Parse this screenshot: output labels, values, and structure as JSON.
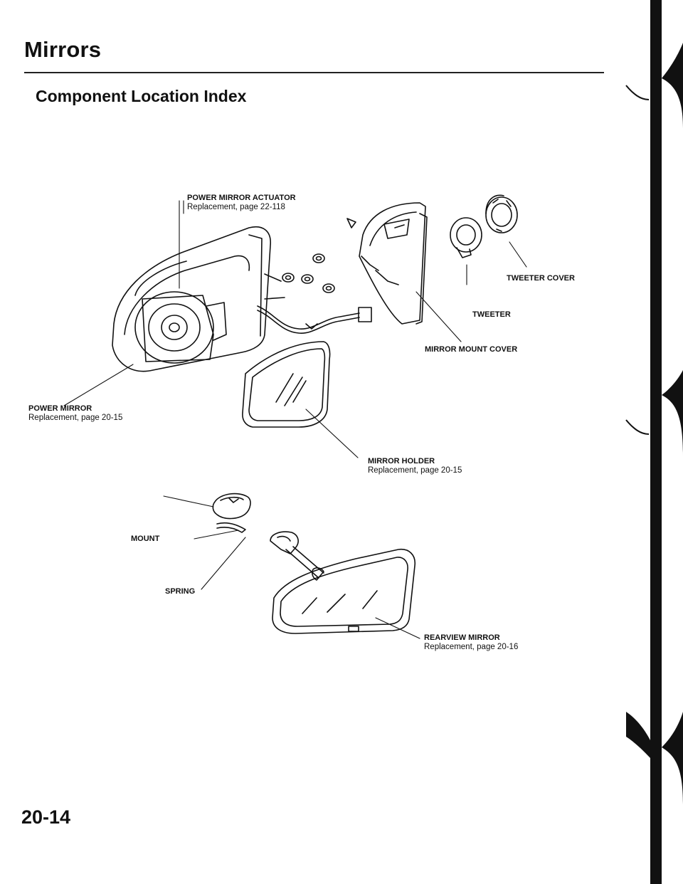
{
  "page": {
    "title": "Mirrors",
    "section": "Component Location Index",
    "page_number": "20-14"
  },
  "callouts": {
    "power_mirror_actuator": {
      "name": "POWER MIRROR ACTUATOR",
      "ref": "Replacement, page 22-118"
    },
    "tweeter_cover": {
      "name": "TWEETER COVER"
    },
    "tweeter": {
      "name": "TWEETER"
    },
    "mirror_mount_cover": {
      "name": "MIRROR MOUNT COVER"
    },
    "power_mirror": {
      "name": "POWER MIRROR",
      "ref": "Replacement, page 20-15"
    },
    "mirror_holder": {
      "name": "MIRROR HOLDER",
      "ref": "Replacement, page 20-15"
    },
    "mount": {
      "name": "MOUNT"
    },
    "spring": {
      "name": "SPRING"
    },
    "rearview_mirror": {
      "name": "REARVIEW MIRROR",
      "ref": "Replacement, page 20-16"
    }
  }
}
